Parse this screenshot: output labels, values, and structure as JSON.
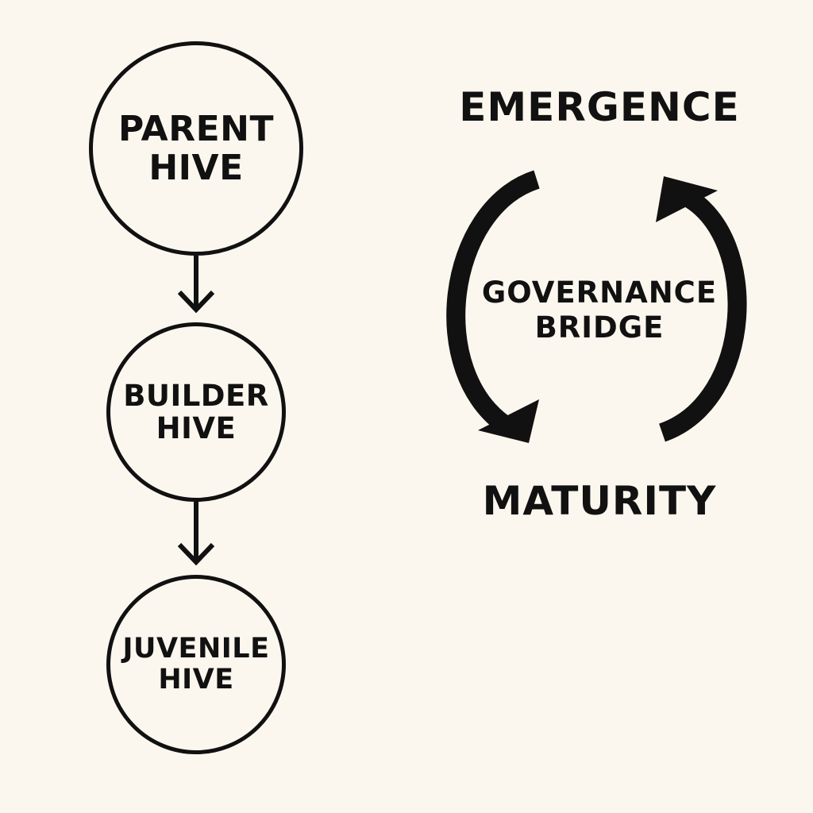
{
  "hive_chain": [
    {
      "line1": "PARENT",
      "line2": "HIVE"
    },
    {
      "line1": "BUILDER",
      "line2": "HIVE"
    },
    {
      "line1": "JUVENILE",
      "line2": "HIVE"
    }
  ],
  "cycle": {
    "top_label": "EMERGENCE",
    "center_line1": "GOVERNANCE",
    "center_line2": "BRIDGE",
    "bottom_label": "MATURITY"
  },
  "colors": {
    "background": "#FCF7EE",
    "ink": "#111111"
  }
}
